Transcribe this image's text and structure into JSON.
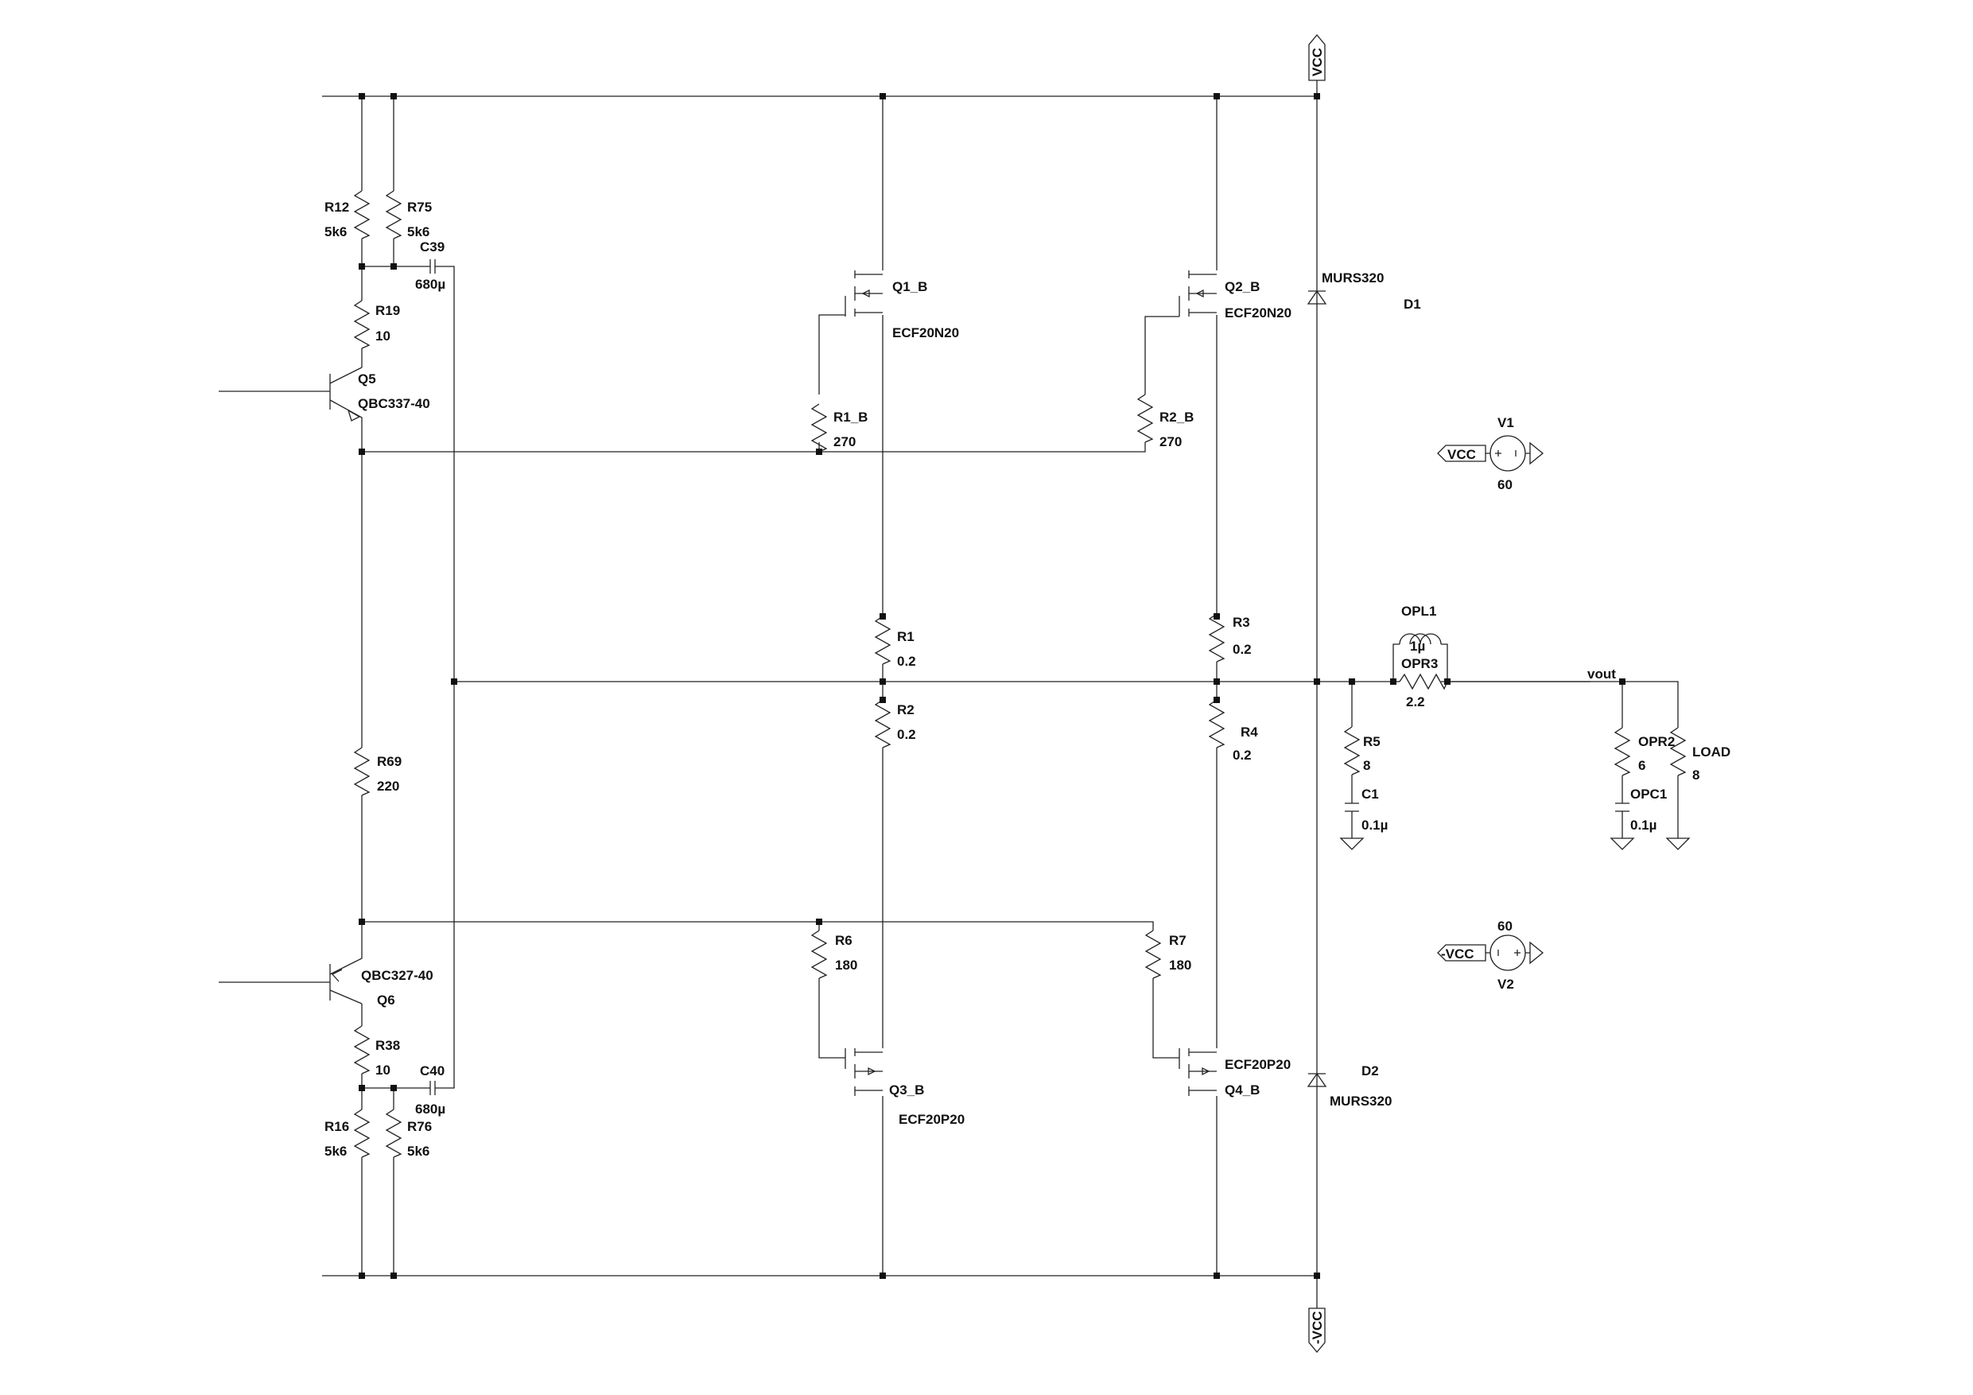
{
  "nets": {
    "vcc": "VCC",
    "vee": "-VCC",
    "out": "vout"
  },
  "components": {
    "R12": {
      "ref": "R12",
      "value": "5k6"
    },
    "R75": {
      "ref": "R75",
      "value": "5k6"
    },
    "C39": {
      "ref": "C39",
      "value": "680µ"
    },
    "R19": {
      "ref": "R19",
      "value": "10"
    },
    "Q5": {
      "ref": "Q5",
      "value": "QBC337-40"
    },
    "Q1B": {
      "ref": "Q1_B",
      "value": "ECF20N20"
    },
    "Q2B": {
      "ref": "Q2_B",
      "value": "ECF20N20"
    },
    "R1B": {
      "ref": "R1_B",
      "value": "270"
    },
    "R2B": {
      "ref": "R2_B",
      "value": "270"
    },
    "D1": {
      "ref": "D1",
      "value": "MURS320"
    },
    "V1": {
      "ref": "V1",
      "value": "60"
    },
    "R1": {
      "ref": "R1",
      "value": "0.2"
    },
    "R3": {
      "ref": "R3",
      "value": "0.2"
    },
    "R2": {
      "ref": "R2",
      "value": "0.2"
    },
    "R4": {
      "ref": "R4",
      "value": "0.2"
    },
    "OPL1": {
      "ref": "OPL1",
      "value": "1µ"
    },
    "OPR3": {
      "ref": "OPR3",
      "value": "2.2"
    },
    "R5": {
      "ref": "R5",
      "value": "8"
    },
    "C1": {
      "ref": "C1",
      "value": "0.1µ"
    },
    "OPR2": {
      "ref": "OPR2",
      "value": "6"
    },
    "OPC1": {
      "ref": "OPC1",
      "value": "0.1µ"
    },
    "LOAD": {
      "ref": "LOAD",
      "value": "8"
    },
    "R69": {
      "ref": "R69",
      "value": "220"
    },
    "R6": {
      "ref": "R6",
      "value": "180"
    },
    "R7": {
      "ref": "R7",
      "value": "180"
    },
    "V2": {
      "ref": "V2",
      "value": "60"
    },
    "Q6": {
      "ref": "Q6",
      "value": "QBC327-40"
    },
    "R38": {
      "ref": "R38",
      "value": "10"
    },
    "C40": {
      "ref": "C40",
      "value": "680µ"
    },
    "R16": {
      "ref": "R16",
      "value": "5k6"
    },
    "R76": {
      "ref": "R76",
      "value": "5k6"
    },
    "Q3B": {
      "ref": "Q3_B",
      "value": "ECF20P20"
    },
    "Q4B": {
      "ref": "Q4_B",
      "value": "ECF20P20"
    },
    "D2": {
      "ref": "D2",
      "value": "MURS320"
    }
  }
}
